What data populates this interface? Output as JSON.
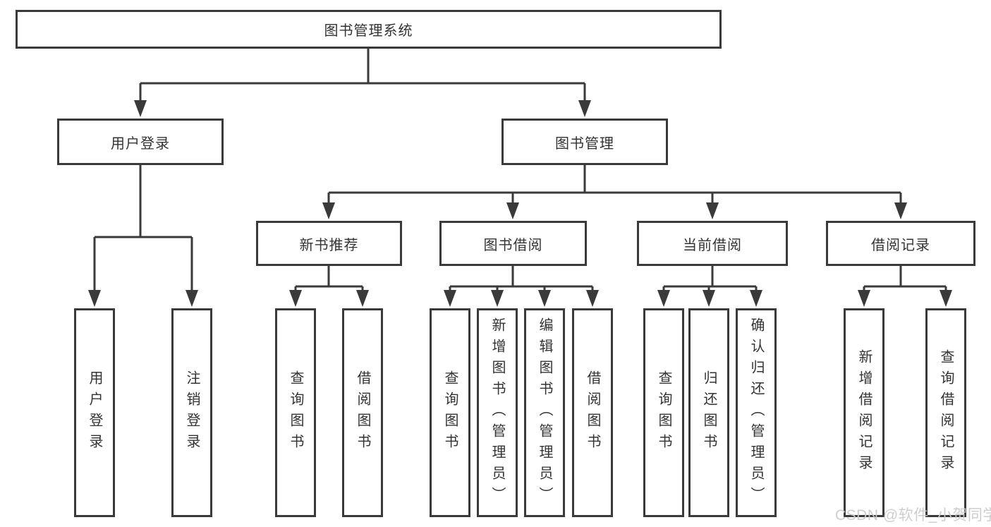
{
  "diagram": {
    "root": {
      "label": "图书管理系统",
      "children": [
        {
          "label": "用户登录",
          "children": [
            {
              "label": "用户登录"
            },
            {
              "label": "注销登录"
            }
          ]
        },
        {
          "label": "图书管理",
          "children": [
            {
              "label": "新书推荐",
              "children": [
                {
                  "label": "查询图书"
                },
                {
                  "label": "借阅图书"
                }
              ]
            },
            {
              "label": "图书借阅",
              "children": [
                {
                  "label": "查询图书"
                },
                {
                  "label": "新增图书（管理员）"
                },
                {
                  "label": "编辑图书（管理员）"
                },
                {
                  "label": "借阅图书"
                }
              ]
            },
            {
              "label": "当前借阅",
              "children": [
                {
                  "label": "查询图书"
                },
                {
                  "label": "归还图书"
                },
                {
                  "label": "确认归还（管理员）"
                }
              ]
            },
            {
              "label": "借阅记录",
              "children": [
                {
                  "label": "新增借阅记录"
                },
                {
                  "label": "查询借阅记录"
                }
              ]
            }
          ]
        }
      ]
    }
  },
  "watermark": {
    "text": "CSDN @软件_小贺同学"
  },
  "colors": {
    "line": "#3a3a3a",
    "text": "#333333",
    "background": "#ffffff",
    "watermark": "#cbcbcb"
  }
}
